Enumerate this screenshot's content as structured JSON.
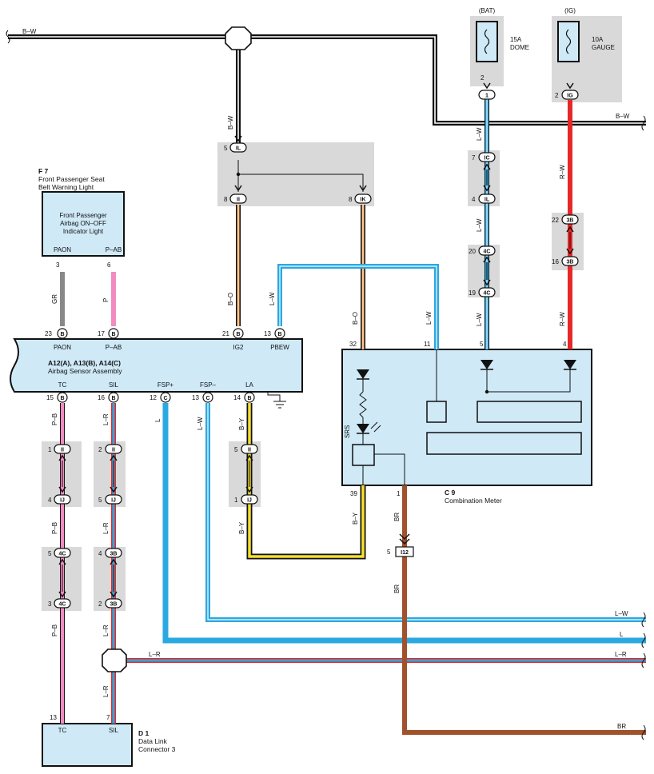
{
  "sources": {
    "bat": "(BAT)",
    "ig": "(IG)",
    "dome_amp": "15A",
    "dome_name": "DOME",
    "gauge_amp": "10A",
    "gauge_name": "GAUGE",
    "dome_pin": "2",
    "gauge_pin": "2",
    "dome_conn": "1",
    "gauge_conn": "IG"
  },
  "wires": {
    "bw_left": "B–W",
    "bw_right": "B–W",
    "bw_vert": "B–W",
    "lw_1": "L–W",
    "lw_2": "L–W",
    "lw_3": "L–W",
    "rw_1": "R–W",
    "rw_2": "R–W",
    "bo_1": "B–O",
    "bo_2": "B–O",
    "lw_pbew": "L–W",
    "lw_11": "L–W",
    "gr": "GR",
    "p": "P",
    "pb_1": "P–B",
    "pb_2": "P–B",
    "pb_3": "P–B",
    "lr_1": "L–R",
    "lr_2": "L–R",
    "lr_3": "L–R",
    "lr_4": "L–R",
    "l": "L",
    "lw_fsp": "L–W",
    "by_1": "B–Y",
    "by_2": "B–Y",
    "by_3": "B–Y",
    "br_1": "BR",
    "br_2": "BR",
    "srs": "SRS",
    "out_lw": "L–W",
    "out_l": "L",
    "out_lr": "L–R",
    "out_br": "BR"
  },
  "j1": {
    "pin_top": "5",
    "conn_top": "IL",
    "pin_l": "8",
    "conn_l": "II",
    "pin_r": "8",
    "conn_r": "IK"
  },
  "chain": {
    "p7": "7",
    "c7": "IC",
    "p4": "4",
    "c4": "IL",
    "p20": "20",
    "c20": "4C",
    "p19": "19",
    "c19": "4C",
    "p22": "22",
    "c22": "3B",
    "p16": "16",
    "c16": "3B"
  },
  "f7": {
    "code": "F 7",
    "name1": "Front Passenger Seat",
    "name2": "Belt Warning Light",
    "inner1": "Front Passenger",
    "inner2": "Airbag ON–OFF",
    "inner3": "Indicator Light",
    "pin_paon": "PAON",
    "pin_pab": "P–AB",
    "num_paon": "3",
    "num_pab": "6"
  },
  "airbag": {
    "title1": "A12(A), A13(B), A14(C)",
    "title2": "Airbag Sensor Assembly",
    "top": [
      {
        "num": "23",
        "conn": "B",
        "name": "PAON"
      },
      {
        "num": "17",
        "conn": "B",
        "name": "P–AB"
      },
      {
        "num": "21",
        "conn": "B",
        "name": "IG2"
      },
      {
        "num": "13",
        "conn": "B",
        "name": "PBEW"
      }
    ],
    "bottom": [
      {
        "num": "15",
        "conn": "B",
        "name": "TC"
      },
      {
        "num": "16",
        "conn": "B",
        "name": "SIL"
      },
      {
        "num": "12",
        "conn": "C",
        "name": "FSP+"
      },
      {
        "num": "13",
        "conn": "C",
        "name": "FSP–"
      },
      {
        "num": "14",
        "conn": "B",
        "name": "LA"
      }
    ]
  },
  "meter": {
    "code": "C 9",
    "name": "Combination Meter",
    "pin32": "32",
    "pin11": "11",
    "pin5": "5",
    "pin4": "4",
    "pin39": "39",
    "pin1": "1"
  },
  "lower": {
    "tc1p": "1",
    "tc1c": "II",
    "tc4p": "4",
    "tc4c": "IJ",
    "tc5p": "5",
    "tc5c": "4C",
    "tc3p": "3",
    "tc3c": "4C",
    "sl2p": "2",
    "sl2c": "II",
    "sl5p": "5",
    "sl5c": "IJ",
    "sl4p": "4",
    "sl4c": "3B",
    "sl2bp": "2",
    "sl2bc": "3B",
    "la5p": "5",
    "la5c": "II",
    "la1p": "1",
    "la1c": "IJ",
    "br5p": "5",
    "br5c": "I12"
  },
  "d1": {
    "code": "D 1",
    "name1": "Data Link",
    "name2": "Connector 3",
    "pin_tc": "TC",
    "pin_sil": "SIL",
    "num_tc": "13",
    "num_sil": "7"
  }
}
